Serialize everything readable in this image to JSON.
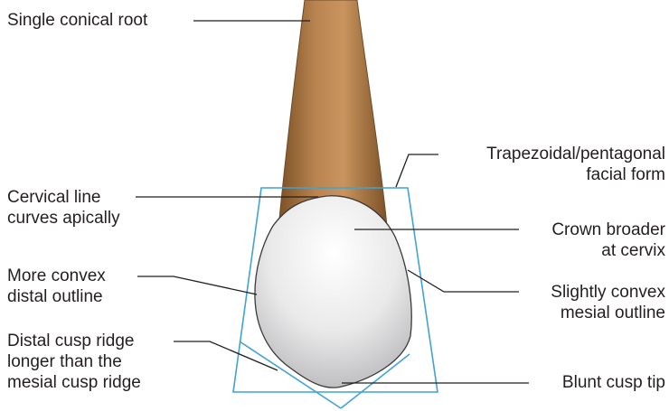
{
  "labels": {
    "root": {
      "line1": "Single conical root"
    },
    "cervical": {
      "line1": "Cervical line",
      "line2": "curves apically"
    },
    "distal_outline": {
      "line1": "More convex",
      "line2": "distal outline"
    },
    "cusp_ridge": {
      "line1": "Distal cusp ridge",
      "line2": "longer than the",
      "line3": "mesial cusp ridge"
    },
    "facial_form": {
      "line1": "Trapezoidal/pentagonal",
      "line2": "facial form"
    },
    "crown_broader": {
      "line1": "Crown broader",
      "line2": "at cervix"
    },
    "mesial_outline": {
      "line1": "Slightly convex",
      "line2": "mesial outline"
    },
    "cusp_tip": {
      "line1": "Blunt cusp tip"
    }
  },
  "colors": {
    "root": "#a6743f",
    "crown": "#e6e6e7",
    "outline_guide": "#3fa3d4",
    "leader": "#231f20"
  }
}
